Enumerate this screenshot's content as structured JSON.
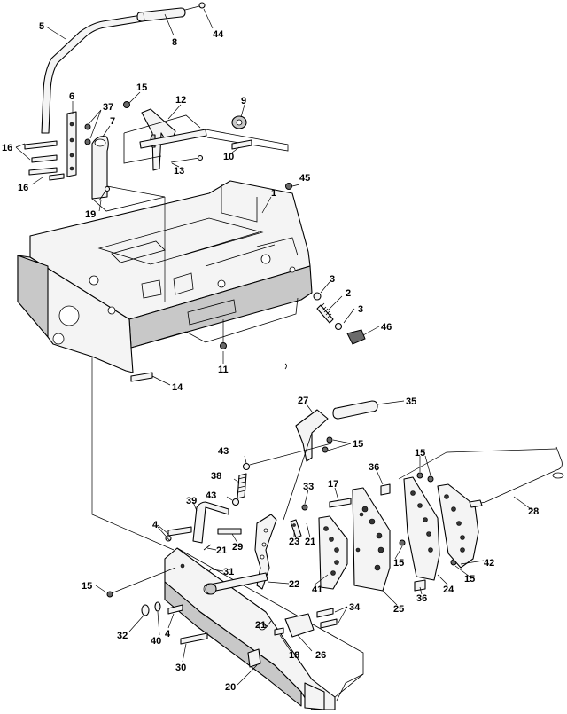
{
  "labels": [
    {
      "id": "p5",
      "text": "5"
    },
    {
      "id": "p8",
      "text": "8"
    },
    {
      "id": "p44",
      "text": "44"
    },
    {
      "id": "p15a",
      "text": "15"
    },
    {
      "id": "p12",
      "text": "12"
    },
    {
      "id": "p9",
      "text": "9"
    },
    {
      "id": "p6",
      "text": "6"
    },
    {
      "id": "p37",
      "text": "37"
    },
    {
      "id": "p7",
      "text": "7"
    },
    {
      "id": "p16a",
      "text": "16"
    },
    {
      "id": "p16b",
      "text": "16"
    },
    {
      "id": "p13",
      "text": "13"
    },
    {
      "id": "p10",
      "text": "10"
    },
    {
      "id": "p19",
      "text": "19"
    },
    {
      "id": "p45",
      "text": "45"
    },
    {
      "id": "p1",
      "text": "1"
    },
    {
      "id": "p3a",
      "text": "3"
    },
    {
      "id": "p2",
      "text": "2"
    },
    {
      "id": "p3b",
      "text": "3"
    },
    {
      "id": "p46",
      "text": "46"
    },
    {
      "id": "p11",
      "text": "11"
    },
    {
      "id": "p14",
      "text": "14"
    },
    {
      "id": "p27",
      "text": "27"
    },
    {
      "id": "p35",
      "text": "35"
    },
    {
      "id": "p15b",
      "text": "15"
    },
    {
      "id": "p43a",
      "text": "43"
    },
    {
      "id": "p38",
      "text": "38"
    },
    {
      "id": "p43b",
      "text": "43"
    },
    {
      "id": "p33",
      "text": "33"
    },
    {
      "id": "p17",
      "text": "17"
    },
    {
      "id": "p36a",
      "text": "36"
    },
    {
      "id": "p15c",
      "text": "15"
    },
    {
      "id": "p39",
      "text": "39"
    },
    {
      "id": "p28",
      "text": "28"
    },
    {
      "id": "p4a",
      "text": "4"
    },
    {
      "id": "p21a",
      "text": "21"
    },
    {
      "id": "p29",
      "text": "29"
    },
    {
      "id": "p23",
      "text": "23"
    },
    {
      "id": "p21b",
      "text": "21"
    },
    {
      "id": "p31",
      "text": "31"
    },
    {
      "id": "p15d",
      "text": "15"
    },
    {
      "id": "p42",
      "text": "42"
    },
    {
      "id": "p15e",
      "text": "15"
    },
    {
      "id": "p22",
      "text": "22"
    },
    {
      "id": "p41",
      "text": "41"
    },
    {
      "id": "p36b",
      "text": "36"
    },
    {
      "id": "p24",
      "text": "24"
    },
    {
      "id": "p15f",
      "text": "15"
    },
    {
      "id": "p25",
      "text": "25"
    },
    {
      "id": "p34",
      "text": "34"
    },
    {
      "id": "p32",
      "text": "32"
    },
    {
      "id": "p40",
      "text": "40"
    },
    {
      "id": "p4b",
      "text": "4"
    },
    {
      "id": "p21c",
      "text": "21"
    },
    {
      "id": "p18",
      "text": "18"
    },
    {
      "id": "p26",
      "text": "26"
    },
    {
      "id": "p30",
      "text": "30"
    },
    {
      "id": "p20",
      "text": "20"
    }
  ]
}
